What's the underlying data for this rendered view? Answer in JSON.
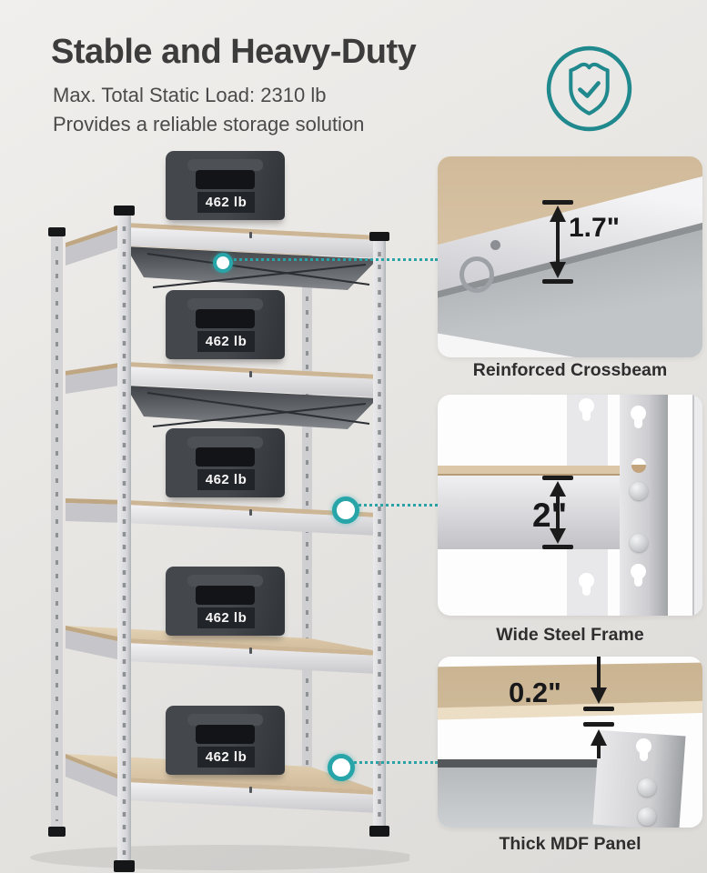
{
  "header": {
    "title": "Stable and Heavy-Duty",
    "subtitle_line1": "Max. Total Static Load: 2310 lb",
    "subtitle_line2": "Provides a reliable storage solution"
  },
  "badge": {
    "icon": "shield-check-icon"
  },
  "shelf": {
    "tier_count": 5,
    "weight_labels": [
      "462 lb",
      "462 lb",
      "462 lb",
      "462 lb",
      "462 lb"
    ]
  },
  "callouts": [
    {
      "measurement": "1.7\"",
      "caption": "Reinforced Crossbeam"
    },
    {
      "measurement": "2\"",
      "caption": "Wide Steel Frame"
    },
    {
      "measurement": "0.2\"",
      "caption": "Thick MDF Panel"
    }
  ],
  "colors": {
    "accent_teal": "#20898D",
    "connector_teal": "#28A5A9",
    "mdf_tan": "#D6C2A3",
    "steel_silver": "#DEDEE1",
    "weight_block": "#3B3E42",
    "background": "#E9E7E4"
  }
}
